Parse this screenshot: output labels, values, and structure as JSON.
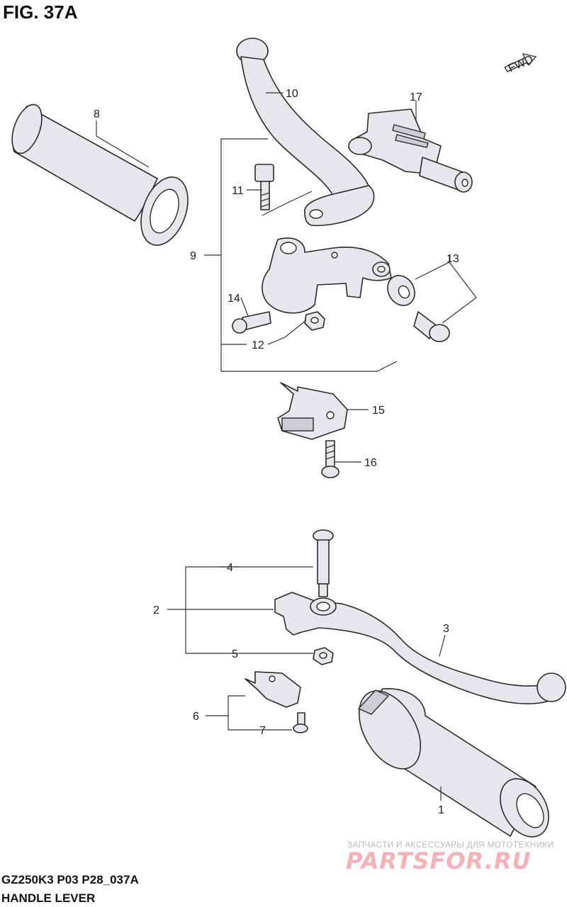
{
  "figure": {
    "title": "FIG. 37A",
    "model_code": "GZ250K3 P03 P28_037A",
    "name": "HANDLE LEVER"
  },
  "direction_badge": "FWD",
  "callouts": [
    "1",
    "2",
    "3",
    "4",
    "5",
    "6",
    "7",
    "8",
    "9",
    "10",
    "11",
    "12",
    "13",
    "14",
    "15",
    "16",
    "17"
  ],
  "watermark": {
    "tagline": "ЗАПЧАСТИ И АКСЕССУАРЫ ДЛЯ МОТОТЕХНИКИ",
    "brand": "PARTSFOR.RU"
  }
}
